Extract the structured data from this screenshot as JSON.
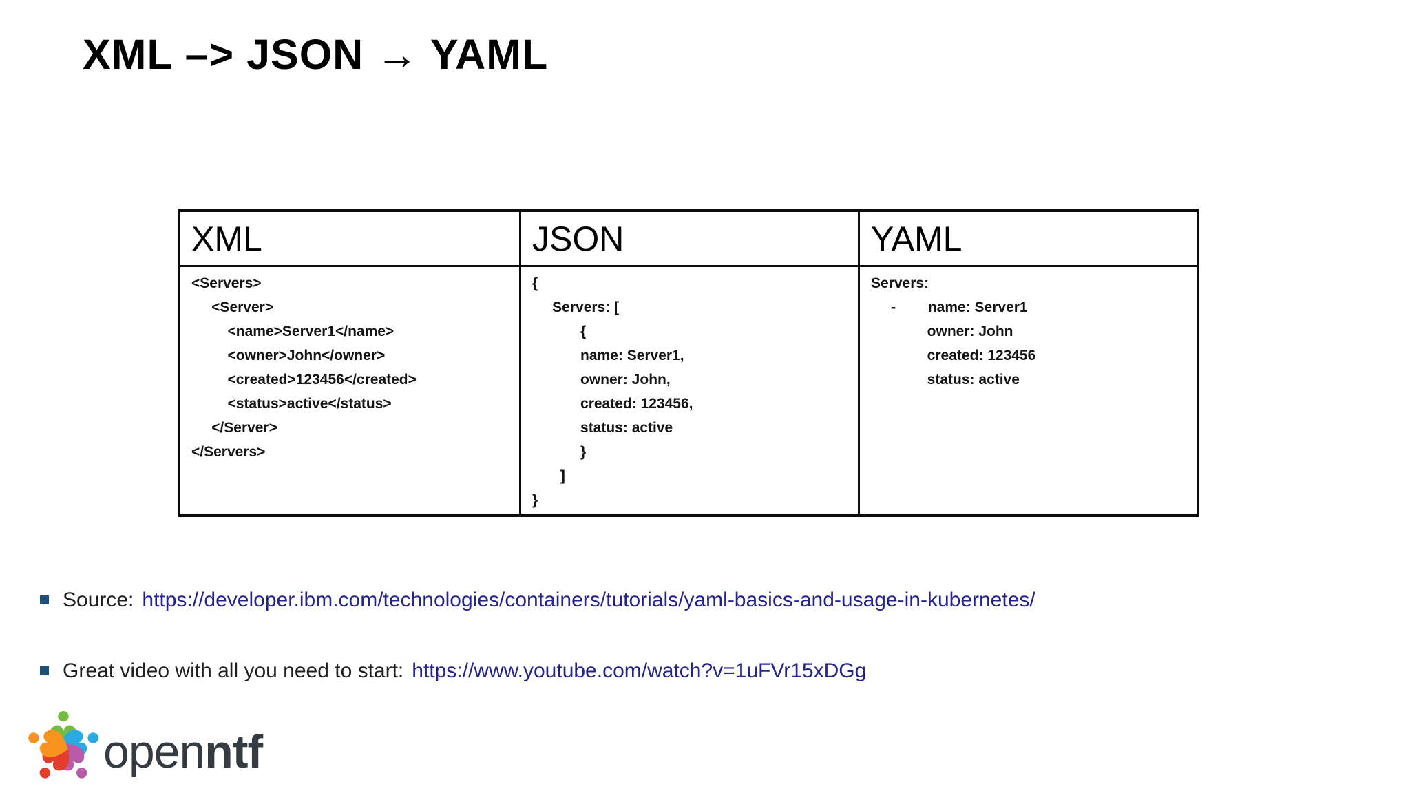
{
  "slide": {
    "title": "XML –> JSON → YAML"
  },
  "table": {
    "columns": [
      {
        "header": "XML",
        "code": "<Servers>\n     <Server>\n         <name>Server1</name>\n         <owner>John</owner>\n         <created>123456</created>\n         <status>active</status>\n     </Server>\n</Servers>"
      },
      {
        "header": "JSON",
        "code": "{\n     Servers: [\n            {\n            name: Server1,\n            owner: John,\n            created: 123456,\n            status: active\n            }\n       ]\n}"
      },
      {
        "header": "YAML",
        "code": "Servers:\n     -        name: Server1\n              owner: John\n              created: 123456\n              status: active"
      }
    ]
  },
  "bullets": [
    {
      "label": "Source:",
      "link": "https://developer.ibm.com/technologies/containers/tutorials/yaml-basics-and-usage-in-kubernetes/"
    },
    {
      "label": "Great video with all you need to start:",
      "link": "https://www.youtube.com/watch?v=1uFVr15xDGg"
    }
  ],
  "logo": {
    "word_light": "open",
    "word_bold": "ntf",
    "mark_colors": {
      "green": "#76BC43",
      "blue": "#29ABE2",
      "purple": "#B85CA9",
      "red": "#E23E2B",
      "orange": "#F7941E"
    }
  },
  "colors": {
    "link": "#23238C",
    "bullet_marker": "#1F4E79",
    "table_border": "#0d0d0d"
  }
}
